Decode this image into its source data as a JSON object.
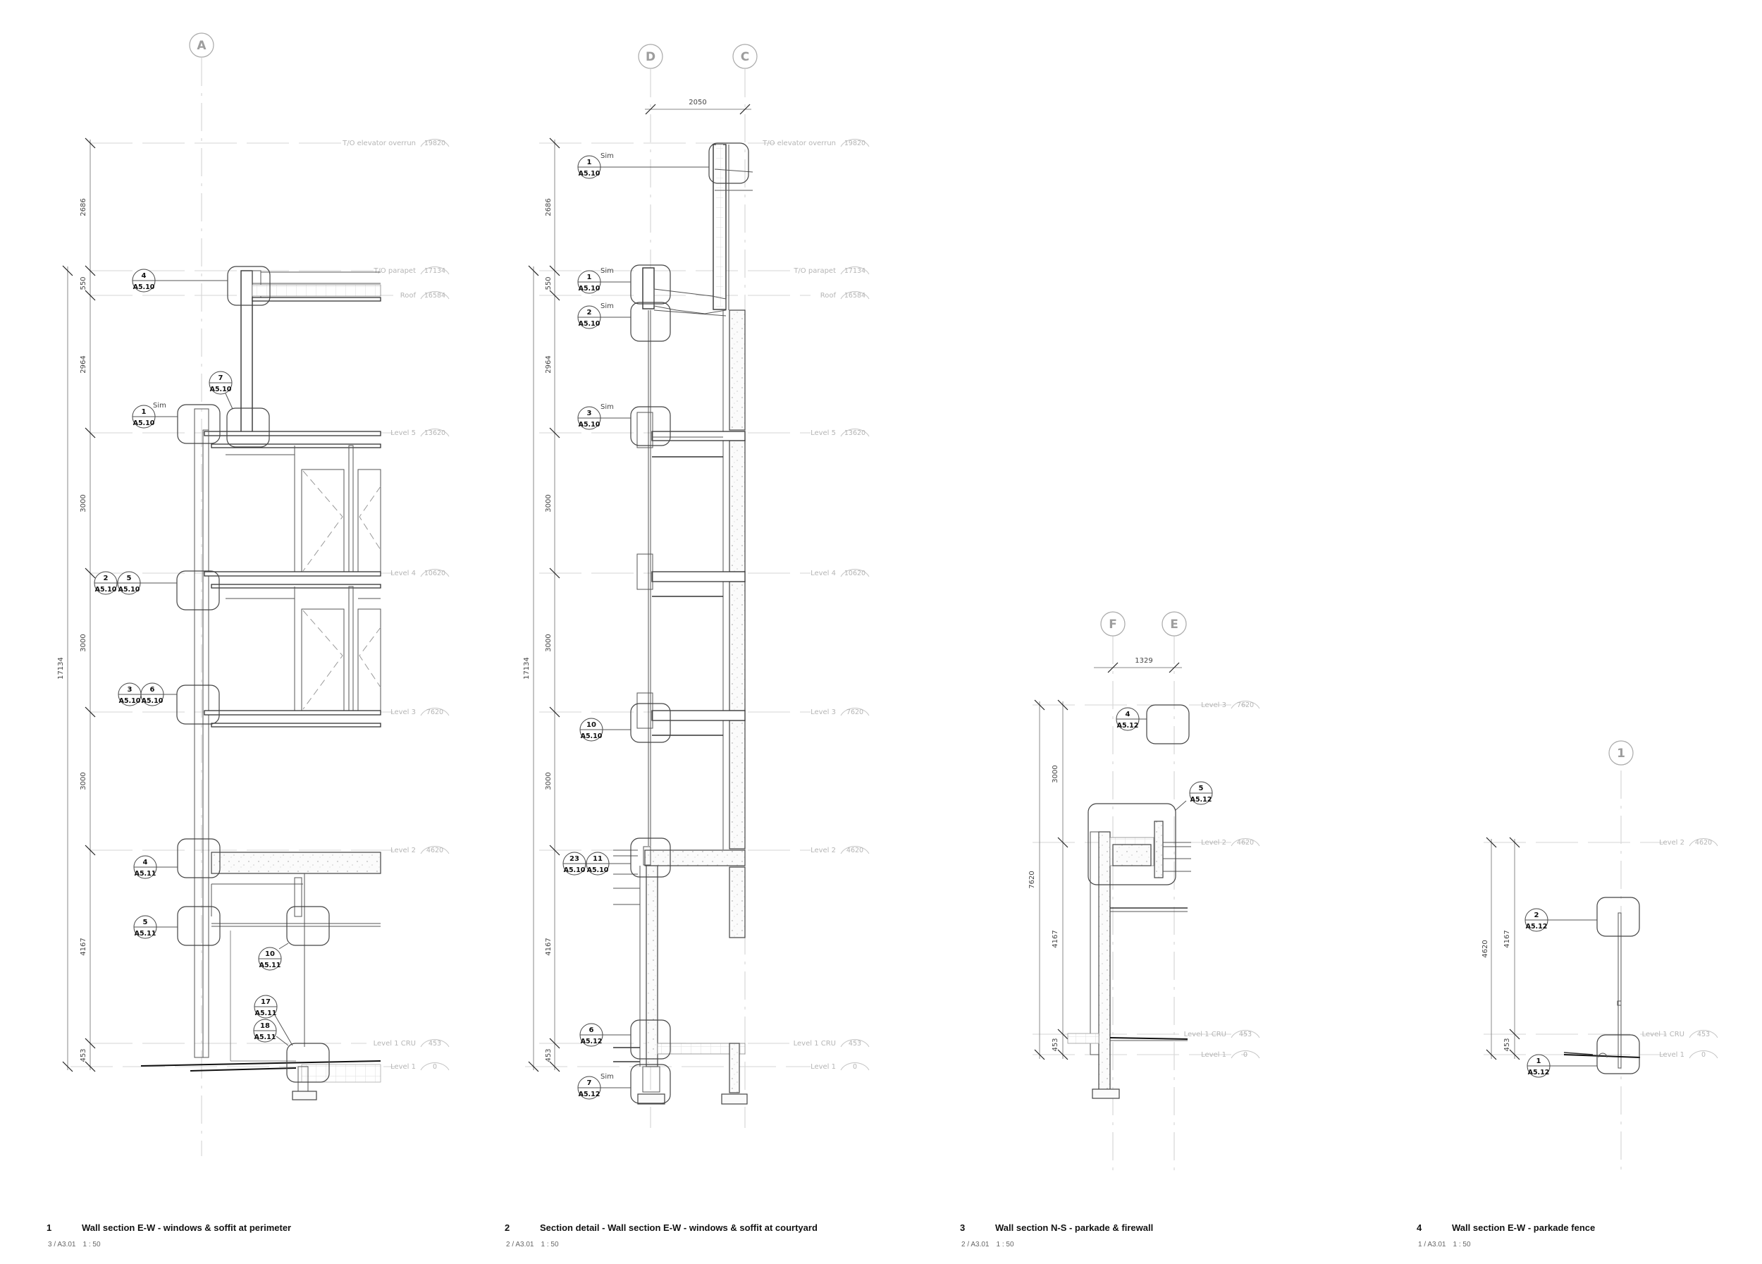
{
  "sheet": {
    "levels": {
      "elevator_overrun": {
        "label": "T/O elevator overrun",
        "elev": "19820"
      },
      "parapet": {
        "label": "T/O parapet",
        "elev": "17134"
      },
      "roof": {
        "label": "Roof",
        "elev": "16584"
      },
      "level5": {
        "label": "Level 5",
        "elev": "13620"
      },
      "level4": {
        "label": "Level 4",
        "elev": "10620"
      },
      "level3": {
        "label": "Level 3",
        "elev": "7620"
      },
      "level2": {
        "label": "Level 2",
        "elev": "4620"
      },
      "level1cru": {
        "label": "Level 1 CRU",
        "elev": "453"
      },
      "level1": {
        "label": "Level 1",
        "elev": "0"
      }
    },
    "sim_label": "Sim"
  },
  "views": [
    {
      "number": "1",
      "title": "Wall section E-W - windows & soffit at perimeter",
      "reference": "3 / A3.01",
      "scale": "1 : 50",
      "grids": [
        "A"
      ],
      "dimensions": {
        "overall": "17134",
        "segments": [
          "2686",
          "550",
          "2964",
          "3000",
          "3000",
          "3000",
          "4167",
          "453"
        ]
      },
      "callouts": [
        {
          "num": "4",
          "ref": "A5.10"
        },
        {
          "num": "7",
          "ref": "A5.10"
        },
        {
          "num": "1",
          "ref": "A5.10",
          "sim": true
        },
        {
          "num": "2",
          "ref": "A5.10"
        },
        {
          "num": "5",
          "ref": "A5.10"
        },
        {
          "num": "3",
          "ref": "A5.10"
        },
        {
          "num": "6",
          "ref": "A5.10"
        },
        {
          "num": "4",
          "ref": "A5.11"
        },
        {
          "num": "5",
          "ref": "A5.11"
        },
        {
          "num": "10",
          "ref": "A5.11"
        },
        {
          "num": "17",
          "ref": "A5.11"
        },
        {
          "num": "18",
          "ref": "A5.11"
        }
      ]
    },
    {
      "number": "2",
      "title": "Section detail - Wall section E-W - windows & soffit at courtyard",
      "reference": "2 / A3.01",
      "scale": "1 : 50",
      "grids": [
        "D",
        "C"
      ],
      "grid_dimension": "2050",
      "dimensions": {
        "overall": "17134",
        "segments": [
          "2686",
          "550",
          "2964",
          "3000",
          "3000",
          "3000",
          "4167",
          "453"
        ]
      },
      "callouts": [
        {
          "num": "1",
          "ref": "A5.10",
          "sim": true
        },
        {
          "num": "1",
          "ref": "A5.10",
          "sim": true
        },
        {
          "num": "2",
          "ref": "A5.10",
          "sim": true
        },
        {
          "num": "3",
          "ref": "A5.10",
          "sim": true
        },
        {
          "num": "10",
          "ref": "A5.10"
        },
        {
          "num": "23",
          "ref": "A5.10"
        },
        {
          "num": "11",
          "ref": "A5.10"
        },
        {
          "num": "6",
          "ref": "A5.12"
        },
        {
          "num": "7",
          "ref": "A5.12",
          "sim": true
        }
      ]
    },
    {
      "number": "3",
      "title": "Wall section N-S - parkade & firewall",
      "reference": "2 / A3.01",
      "scale": "1 : 50",
      "grids": [
        "F",
        "E"
      ],
      "grid_dimension": "1329",
      "dimensions": {
        "overall": "7620",
        "segments": [
          "3000",
          "4167",
          "453"
        ]
      },
      "callouts": [
        {
          "num": "4",
          "ref": "A5.12"
        },
        {
          "num": "5",
          "ref": "A5.12"
        }
      ]
    },
    {
      "number": "4",
      "title": "Wall section E-W - parkade fence",
      "reference": "1 / A3.01",
      "scale": "1 : 50",
      "grids": [
        "1"
      ],
      "dimensions": {
        "overall": "4620",
        "segments": [
          "4167",
          "453"
        ]
      },
      "callouts": [
        {
          "num": "2",
          "ref": "A5.12"
        },
        {
          "num": "1",
          "ref": "A5.12"
        }
      ]
    }
  ]
}
